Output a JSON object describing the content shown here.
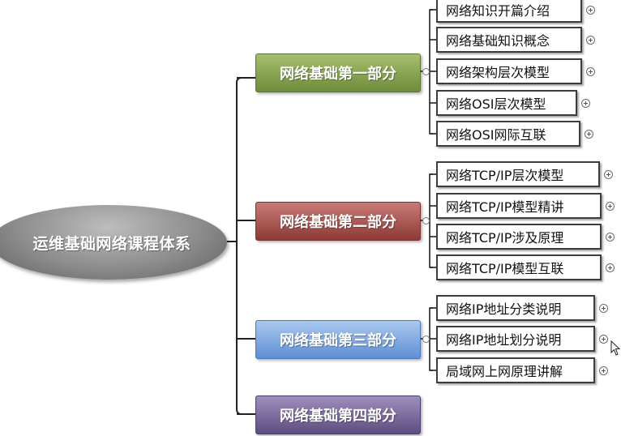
{
  "root": {
    "label": "运维基础网络课程体系"
  },
  "branches": [
    {
      "label": "网络基础第一部分",
      "color": "#7f9a48",
      "children": [
        "网络知识开篇介绍",
        "网络基础知识概念",
        "网络架构层次模型",
        "网络OSI层次模型",
        "网络OSI网际互联"
      ]
    },
    {
      "label": "网络基础第二部分",
      "color": "#a54b47",
      "children": [
        "网络TCP/IP层次模型",
        "网络TCP/IP模型精讲",
        "网络TCP/IP涉及原理",
        "网络TCP/IP模型互联"
      ]
    },
    {
      "label": "网络基础第三部分",
      "color": "#7aa5e0",
      "children": [
        "网络IP地址分类说明",
        "网络IP地址划分说明",
        "局域网上网原理讲解"
      ]
    },
    {
      "label": "网络基础第四部分",
      "color": "#6e5e90",
      "children": []
    }
  ]
}
